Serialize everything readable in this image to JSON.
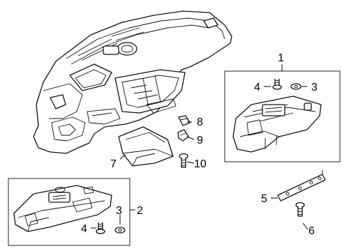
{
  "diagram": {
    "callouts": {
      "c1": "1",
      "c2": "2",
      "c3a": "3",
      "c3b": "3",
      "c4a": "4",
      "c4b": "4",
      "c5": "5",
      "c6": "6",
      "c7": "7",
      "c8": "8",
      "c9": "9",
      "c10": "10"
    },
    "colors": {
      "line": "#111111",
      "background": "#ffffff"
    }
  }
}
